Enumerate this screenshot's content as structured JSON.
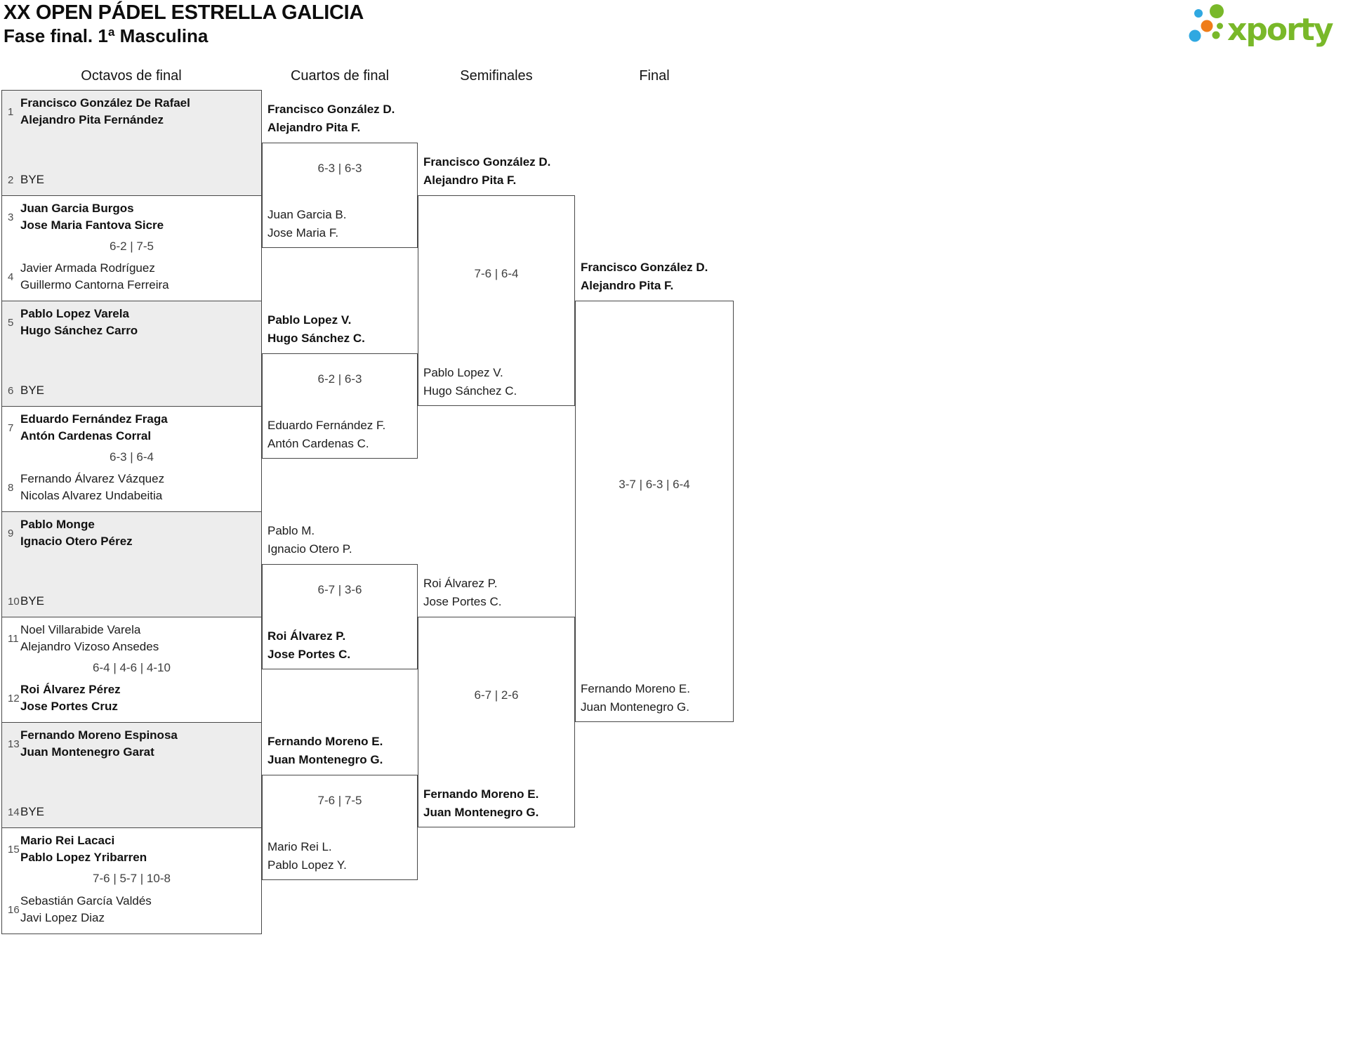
{
  "header": {
    "title": "XX OPEN PÁDEL ESTRELLA GALICIA",
    "subtitle": "Fase final. 1ª Masculina",
    "logo_text": "xporty"
  },
  "brand": {
    "green": "#79B829",
    "blue": "#2FA8E1",
    "orange": "#EF7D1A",
    "bye_fill": "#EDEDED",
    "border": "#484848"
  },
  "rounds": {
    "octavos": {
      "label": "Octavos de final",
      "matches": [
        {
          "top": {
            "seed": "1",
            "line1": "Francisco González De Rafael",
            "line2": "Alejandro Pita Fernández",
            "winner": true
          },
          "bottom": {
            "seed": "2",
            "line1": "BYE",
            "line2": "",
            "winner": false
          },
          "score": "",
          "bye": true
        },
        {
          "top": {
            "seed": "3",
            "line1": "Juan Garcia Burgos",
            "line2": "Jose Maria Fantova Sicre",
            "winner": true
          },
          "bottom": {
            "seed": "4",
            "line1": "Javier Armada Rodríguez",
            "line2": "Guillermo Cantorna Ferreira",
            "winner": false
          },
          "score": "6-2 | 7-5",
          "bye": false
        },
        {
          "top": {
            "seed": "5",
            "line1": "Pablo Lopez Varela",
            "line2": "Hugo Sánchez Carro",
            "winner": true
          },
          "bottom": {
            "seed": "6",
            "line1": "BYE",
            "line2": "",
            "winner": false
          },
          "score": "",
          "bye": true
        },
        {
          "top": {
            "seed": "7",
            "line1": "Eduardo Fernández Fraga",
            "line2": "Antón Cardenas Corral",
            "winner": true
          },
          "bottom": {
            "seed": "8",
            "line1": "Fernando Álvarez Vázquez",
            "line2": "Nicolas Alvarez Undabeitia",
            "winner": false
          },
          "score": "6-3 | 6-4",
          "bye": false
        },
        {
          "top": {
            "seed": "9",
            "line1": "Pablo Monge",
            "line2": "Ignacio Otero Pérez",
            "winner": true
          },
          "bottom": {
            "seed": "10",
            "line1": "BYE",
            "line2": "",
            "winner": false
          },
          "score": "",
          "bye": true
        },
        {
          "top": {
            "seed": "11",
            "line1": "Noel Villarabide Varela",
            "line2": "Alejandro Vizoso Ansedes",
            "winner": false
          },
          "bottom": {
            "seed": "12",
            "line1": "Roi Álvarez Pérez",
            "line2": "Jose Portes Cruz",
            "winner": true
          },
          "score": "6-4 | 4-6 | 4-10",
          "bye": false
        },
        {
          "top": {
            "seed": "13",
            "line1": "Fernando Moreno Espinosa",
            "line2": "Juan Montenegro Garat",
            "winner": true
          },
          "bottom": {
            "seed": "14",
            "line1": "BYE",
            "line2": "",
            "winner": false
          },
          "score": "",
          "bye": true
        },
        {
          "top": {
            "seed": "15",
            "line1": "Mario Rei Lacaci",
            "line2": "Pablo Lopez Yribarren",
            "winner": true
          },
          "bottom": {
            "seed": "16",
            "line1": "Sebastián García Valdés",
            "line2": "Javi Lopez Diaz",
            "winner": false
          },
          "score": "7-6 | 5-7 | 10-8",
          "bye": false
        }
      ]
    },
    "cuartos": {
      "label": "Cuartos de final",
      "matches": [
        {
          "top": {
            "line1": "Francisco González D.",
            "line2": "Alejandro Pita F.",
            "winner": true
          },
          "bottom": {
            "line1": "Juan Garcia B.",
            "line2": "Jose Maria F.",
            "winner": false
          },
          "score": "6-3 | 6-3"
        },
        {
          "top": {
            "line1": "Pablo Lopez V.",
            "line2": "Hugo Sánchez C.",
            "winner": true
          },
          "bottom": {
            "line1": "Eduardo Fernández F.",
            "line2": "Antón Cardenas C.",
            "winner": false
          },
          "score": "6-2 | 6-3"
        },
        {
          "top": {
            "line1": "Pablo M.",
            "line2": "Ignacio Otero P.",
            "winner": false
          },
          "bottom": {
            "line1": "Roi Álvarez P.",
            "line2": "Jose Portes C.",
            "winner": true
          },
          "score": "6-7 | 3-6"
        },
        {
          "top": {
            "line1": "Fernando Moreno E.",
            "line2": "Juan Montenegro G.",
            "winner": true
          },
          "bottom": {
            "line1": "Mario Rei L.",
            "line2": "Pablo Lopez Y.",
            "winner": false
          },
          "score": "7-6 | 7-5"
        }
      ]
    },
    "semifinales": {
      "label": "Semifinales",
      "matches": [
        {
          "top": {
            "line1": "Francisco González D.",
            "line2": "Alejandro Pita F.",
            "winner": true
          },
          "bottom": {
            "line1": "Pablo Lopez V.",
            "line2": "Hugo Sánchez C.",
            "winner": false
          },
          "score": "7-6 | 6-4"
        },
        {
          "top": {
            "line1": "Roi Álvarez P.",
            "line2": "Jose Portes C.",
            "winner": false
          },
          "bottom": {
            "line1": "Fernando Moreno E.",
            "line2": "Juan Montenegro G.",
            "winner": true
          },
          "score": "6-7 | 2-6"
        }
      ]
    },
    "final": {
      "label": "Final",
      "matches": [
        {
          "top": {
            "line1": "Francisco González D.",
            "line2": "Alejandro Pita F.",
            "winner": true
          },
          "bottom": {
            "line1": "Fernando Moreno E.",
            "line2": "Juan Montenegro G.",
            "winner": false
          },
          "score": "3-7 | 6-3 | 6-4"
        }
      ]
    }
  }
}
